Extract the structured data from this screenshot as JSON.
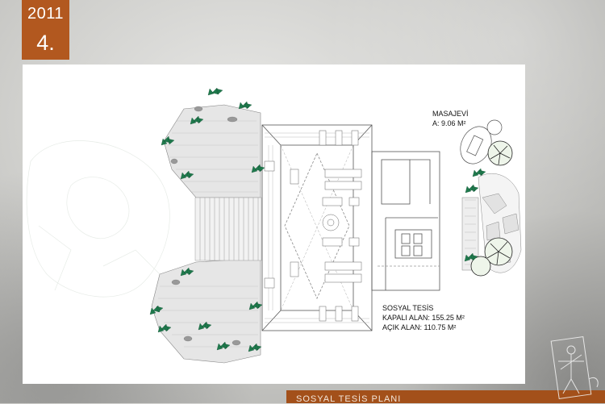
{
  "badge": {
    "year": "2011",
    "number": "4."
  },
  "plan": {
    "massage_title": "MASAJEVİ",
    "massage_area": "A: 9.06 M²",
    "facility_title": "SOSYAL TESİS",
    "closed_area": "KAPALI ALAN: 155.25 M²",
    "open_area": "AÇIK ALAN: 110.75 M²"
  },
  "footer": {
    "title": "SOSYAL TESİS PLANI"
  },
  "colors": {
    "accent": "#b2581f",
    "leaf": "#1f7a4d",
    "sheet": "#ffffff"
  },
  "icons": [
    "tree-icon",
    "leaf-cluster-icon",
    "logo-figure-icon"
  ]
}
